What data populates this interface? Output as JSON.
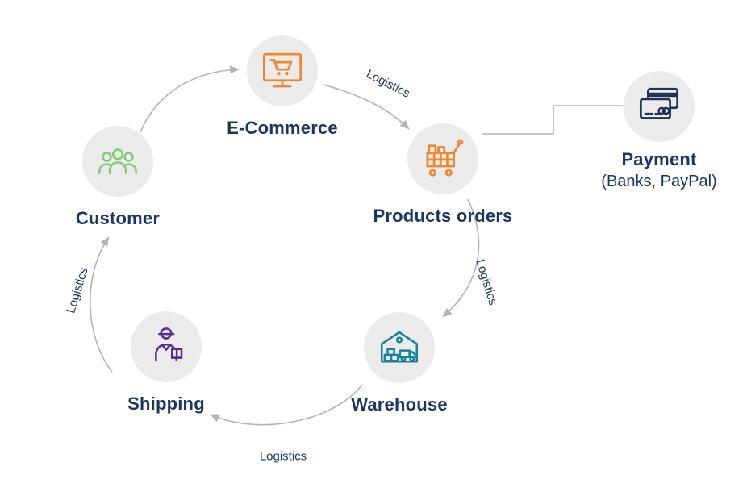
{
  "diagram": {
    "nodes": [
      {
        "id": "ecommerce",
        "label": "E-Commerce",
        "icon": "monitor-cart-icon",
        "color": "#f0862f"
      },
      {
        "id": "products-orders",
        "label": "Products orders",
        "icon": "shopping-cart-icon",
        "color": "#f0862f"
      },
      {
        "id": "payment",
        "label": "Payment",
        "sublabel": "(Banks, PayPal)",
        "icon": "credit-cards-icon",
        "color": "#1e3356"
      },
      {
        "id": "customer",
        "label": "Customer",
        "icon": "people-group-icon",
        "color": "#85c87e"
      },
      {
        "id": "warehouse",
        "label": "Warehouse",
        "icon": "warehouse-truck-icon",
        "color": "#1a8299"
      },
      {
        "id": "shipping",
        "label": "Shipping",
        "icon": "delivery-person-icon",
        "color": "#5b2c8f"
      }
    ],
    "edges": [
      {
        "from": "customer",
        "to": "ecommerce",
        "label": ""
      },
      {
        "from": "ecommerce",
        "to": "products-orders",
        "label": "Logistics"
      },
      {
        "from": "products-orders",
        "to": "warehouse",
        "label": "Logistics"
      },
      {
        "from": "warehouse",
        "to": "shipping",
        "label": "Logistics"
      },
      {
        "from": "shipping",
        "to": "customer",
        "label": "Logistics"
      },
      {
        "from": "products-orders",
        "to": "payment",
        "label": ""
      }
    ],
    "colors": {
      "text": "#1c3664",
      "arrow": "#b3b3b3",
      "circle_bg": "#ebebeb",
      "background": "#ffffff",
      "orange": "#f0862f",
      "green": "#85c87e",
      "teal": "#1a8299",
      "purple": "#5b2c8f",
      "navy": "#1e3356"
    }
  }
}
